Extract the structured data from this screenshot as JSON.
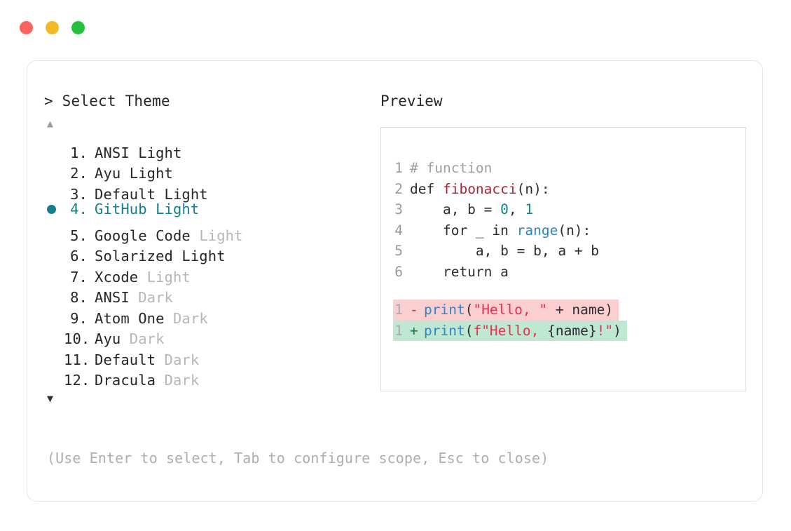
{
  "window": {
    "controls": [
      {
        "name": "close",
        "color": "#f9645e"
      },
      {
        "name": "minimize",
        "color": "#f5b928"
      },
      {
        "name": "maximize",
        "color": "#25c03e"
      }
    ]
  },
  "picker": {
    "header": "> Select Theme",
    "scroll_up": "▲",
    "scroll_down": "▼",
    "selected_index": 4,
    "accent_color": "#13808a",
    "items": [
      {
        "index": "1.",
        "name": "ANSI Light",
        "suffix": "",
        "suffix_muted": false,
        "selected": false
      },
      {
        "index": "2.",
        "name": "Ayu Light",
        "suffix": "",
        "suffix_muted": false,
        "selected": false
      },
      {
        "index": "3.",
        "name": "Default Light",
        "suffix": "",
        "suffix_muted": false,
        "selected": false
      },
      {
        "index": "4.",
        "name": "GitHub Light",
        "suffix": "",
        "suffix_muted": false,
        "selected": true
      },
      {
        "index": "5.",
        "name": "Google Code",
        "suffix": " Light",
        "suffix_muted": true,
        "selected": false
      },
      {
        "index": "6.",
        "name": "Solarized Light",
        "suffix": "",
        "suffix_muted": false,
        "selected": false
      },
      {
        "index": "7.",
        "name": "Xcode",
        "suffix": " Light",
        "suffix_muted": true,
        "selected": false
      },
      {
        "index": "8.",
        "name": "ANSI",
        "suffix": " Dark",
        "suffix_muted": true,
        "selected": false
      },
      {
        "index": "9.",
        "name": "Atom One",
        "suffix": " Dark",
        "suffix_muted": true,
        "selected": false
      },
      {
        "index": "10.",
        "name": "Ayu",
        "suffix": " Dark",
        "suffix_muted": true,
        "selected": false
      },
      {
        "index": "11.",
        "name": "Default",
        "suffix": " Dark",
        "suffix_muted": true,
        "selected": false
      },
      {
        "index": "12.",
        "name": "Dracula",
        "suffix": " Dark",
        "suffix_muted": true,
        "selected": false
      }
    ],
    "hint": "(Use Enter to select, Tab to configure scope, Esc to close)"
  },
  "preview": {
    "title": "Preview",
    "code_lines": [
      {
        "ln": "1",
        "tokens": [
          {
            "t": "# function",
            "c": "comment"
          }
        ]
      },
      {
        "ln": "2",
        "tokens": [
          {
            "t": "def ",
            "c": "keyword"
          },
          {
            "t": "fibonacci",
            "c": "func"
          },
          {
            "t": "(n):",
            "c": "plain"
          }
        ]
      },
      {
        "ln": "3",
        "tokens": [
          {
            "t": "    a, b = ",
            "c": "plain"
          },
          {
            "t": "0",
            "c": "number"
          },
          {
            "t": ", ",
            "c": "plain"
          },
          {
            "t": "1",
            "c": "number"
          }
        ]
      },
      {
        "ln": "4",
        "tokens": [
          {
            "t": "    for _ in ",
            "c": "plain"
          },
          {
            "t": "range",
            "c": "builtin"
          },
          {
            "t": "(n):",
            "c": "plain"
          }
        ]
      },
      {
        "ln": "5",
        "tokens": [
          {
            "t": "        a, b = b, a + b",
            "c": "plain"
          }
        ]
      },
      {
        "ln": "6",
        "tokens": [
          {
            "t": "    return a",
            "c": "plain"
          }
        ]
      }
    ],
    "diff_lines": [
      {
        "ln": "1",
        "mark": "-",
        "kind": "removed",
        "tokens": [
          {
            "t": "print",
            "c": "call"
          },
          {
            "t": "(",
            "c": "plain"
          },
          {
            "t": "\"Hello, \"",
            "c": "string"
          },
          {
            "t": " + name)",
            "c": "plain"
          }
        ]
      },
      {
        "ln": "1",
        "mark": "+",
        "kind": "added",
        "tokens": [
          {
            "t": "print",
            "c": "call"
          },
          {
            "t": "(",
            "c": "plain"
          },
          {
            "t": "f\"Hello, ",
            "c": "string"
          },
          {
            "t": "{name}",
            "c": "plain"
          },
          {
            "t": "!\"",
            "c": "string"
          },
          {
            "t": ")",
            "c": "plain"
          }
        ]
      }
    ]
  }
}
